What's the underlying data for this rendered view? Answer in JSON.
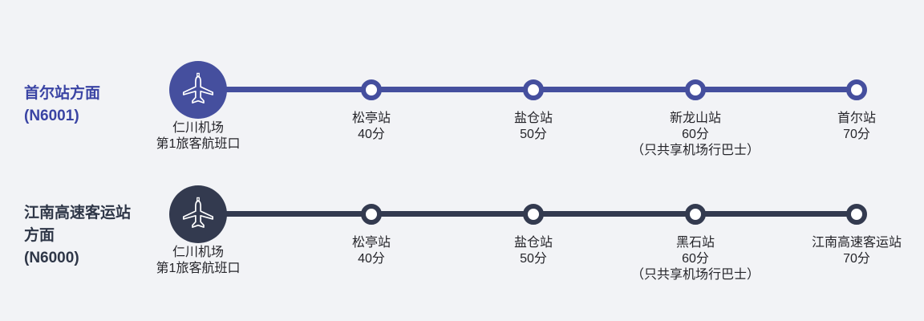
{
  "page": {
    "background": "#f2f3f6",
    "text_color": "#25252a"
  },
  "routes": [
    {
      "route_number": "N6001",
      "title_lines": [
        "首尔站方面",
        "(N6001)"
      ],
      "accent": "#454f9e",
      "title_color": "#3a44a4",
      "origin": {
        "name_line1": "仁川机场",
        "name_line2": "第1旅客航班口",
        "icon": "airplane-icon"
      },
      "stops": [
        {
          "name": "松亭站",
          "time": "40分",
          "note": ""
        },
        {
          "name": "盐仓站",
          "time": "50分",
          "note": ""
        },
        {
          "name": "新龙山站",
          "time": "60分",
          "note": "（只共享机场行巴士）"
        },
        {
          "name": "首尔站",
          "time": "70分",
          "note": ""
        }
      ]
    },
    {
      "route_number": "N6000",
      "title_lines": [
        "江南高速客运站",
        "方面",
        "(N6000)"
      ],
      "accent": "#333a4f",
      "title_color": "#2e3647",
      "origin": {
        "name_line1": "仁川机场",
        "name_line2": "第1旅客航班口",
        "icon": "airplane-icon"
      },
      "stops": [
        {
          "name": "松亭站",
          "time": "40分",
          "note": ""
        },
        {
          "name": "盐仓站",
          "time": "50分",
          "note": ""
        },
        {
          "name": "黑石站",
          "time": "60分",
          "note": "（只共享机场行巴士）"
        },
        {
          "name": "江南高速客运站",
          "time": "70分",
          "note": ""
        }
      ]
    }
  ]
}
